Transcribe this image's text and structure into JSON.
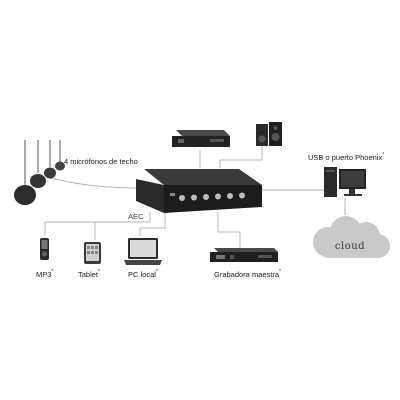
{
  "labels": {
    "mics": "4 micrófonos de techo",
    "usb": "USB o puerto Phoenix",
    "aec": "AEC",
    "mp3": "MP3",
    "tablet": "Tablet",
    "pc": "PC local",
    "recorder": "Grabadora maestra",
    "cloud": "cloud",
    "asterisk": "*"
  },
  "icons": [
    "ceiling-mic-icon",
    "hub-icon",
    "amplifier-icon",
    "speaker-icon",
    "desktop-pc-icon",
    "cloud-icon",
    "mp3-player-icon",
    "tablet-icon",
    "laptop-icon",
    "rack-recorder-icon"
  ]
}
